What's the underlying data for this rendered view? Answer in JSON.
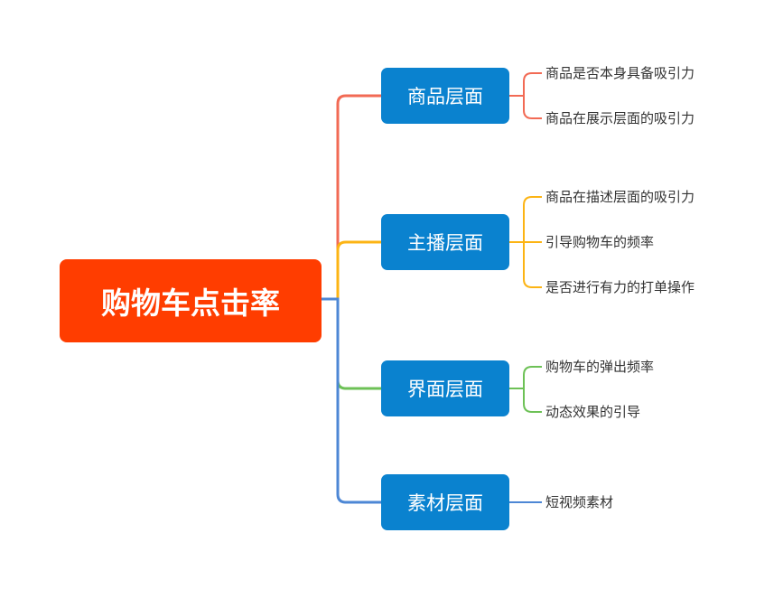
{
  "root": {
    "label": "购物车点击率"
  },
  "colors": {
    "root_fill": "#ff3d00",
    "branch_fill": "#0a82cf",
    "line_red": "#f26a54",
    "line_yellow": "#fcb414",
    "line_green": "#6dc156",
    "line_blue": "#4d87d5"
  },
  "branches": [
    {
      "label": "商品层面",
      "children": [
        "商品是否本身具备吸引力",
        "商品在展示层面的吸引力"
      ]
    },
    {
      "label": "主播层面",
      "children": [
        "商品在描述层面的吸引力",
        "引导购物车的频率",
        "是否进行有力的打单操作"
      ]
    },
    {
      "label": "界面层面",
      "children": [
        "购物车的弹出频率",
        "动态效果的引导"
      ]
    },
    {
      "label": "素材层面",
      "children": [
        "短视频素材"
      ]
    }
  ]
}
